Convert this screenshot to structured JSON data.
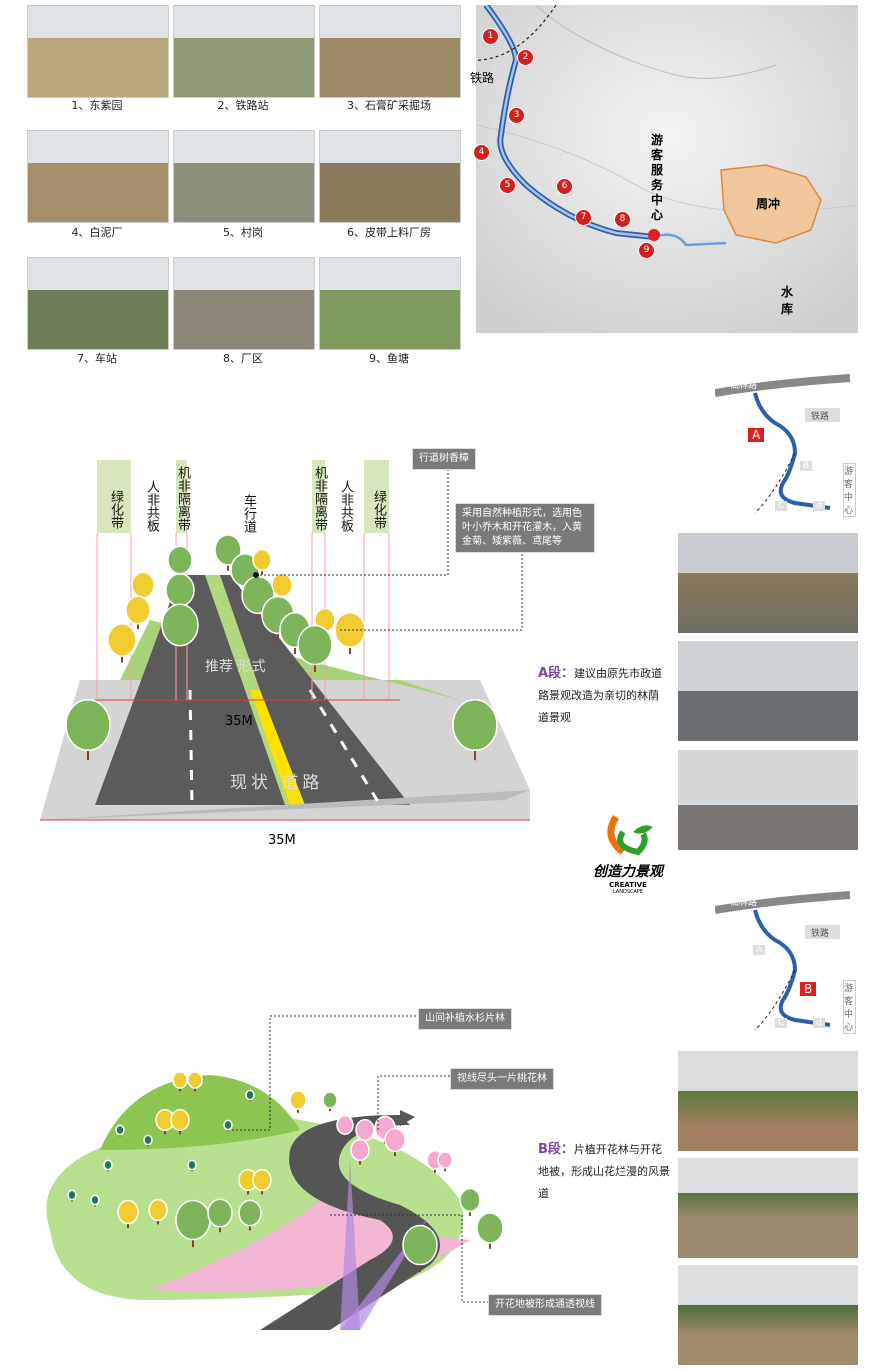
{
  "photos": [
    {
      "caption": "1、东紫园",
      "color": "#b9a77e"
    },
    {
      "caption": "2、铁路站",
      "color": "#8d9a74"
    },
    {
      "caption": "3、石膏矿采掘场",
      "color": "#9a8a66"
    },
    {
      "caption": "4、白泥厂",
      "color": "#a48f6a"
    },
    {
      "caption": "5、村岗",
      "color": "#8c8f7b"
    },
    {
      "caption": "6、皮带上料厂房",
      "color": "#8a7b5d"
    },
    {
      "caption": "7、车站",
      "color": "#6c7d55"
    },
    {
      "caption": "8、厂区",
      "color": "#8c8678"
    },
    {
      "caption": "9、鱼塘",
      "color": "#7e9a5c"
    }
  ],
  "map": {
    "railway": "铁路",
    "service_center": "游客服务中心",
    "zhouchong": "周冲",
    "reservoir": "水库",
    "markers": [
      "1",
      "2",
      "3",
      "4",
      "5",
      "6",
      "7",
      "8",
      "9"
    ]
  },
  "section_a": {
    "columns": [
      "绿化带",
      "人非共板",
      "机非隔离带",
      "车行道",
      "机非隔离带",
      "人非共板",
      "绿化带"
    ],
    "label_tree": "行道树香樟",
    "label_planting": "采用自然种植形式，选用色叶小乔木和开花灌木，入黄金菊、矮紫薇、鸢尾等",
    "proposed": "推荐 形式",
    "current": "现状 道路",
    "width_top": "35M",
    "width_bottom": "35M",
    "note_title": "A段：",
    "note_text": "建议由原先市政道路景观改造为亲切的林荫道景观"
  },
  "keymap": {
    "road": "仙林路",
    "railway": "铁路",
    "center": "游客中心",
    "a": "A",
    "b": "B",
    "c": "C",
    "d": "d"
  },
  "logo": {
    "name": "创造力景观",
    "en": "CREATIVE",
    "en2": "LANDSCAPE"
  },
  "section_b": {
    "label_forest": "山间补植水杉片林",
    "label_peach": "视线尽头一片桃花林",
    "label_flowers": "开花地被形成通透视线",
    "note_title": "B段：",
    "note_text": "片植开花林与开花地被，形成山花烂漫的风景道"
  }
}
